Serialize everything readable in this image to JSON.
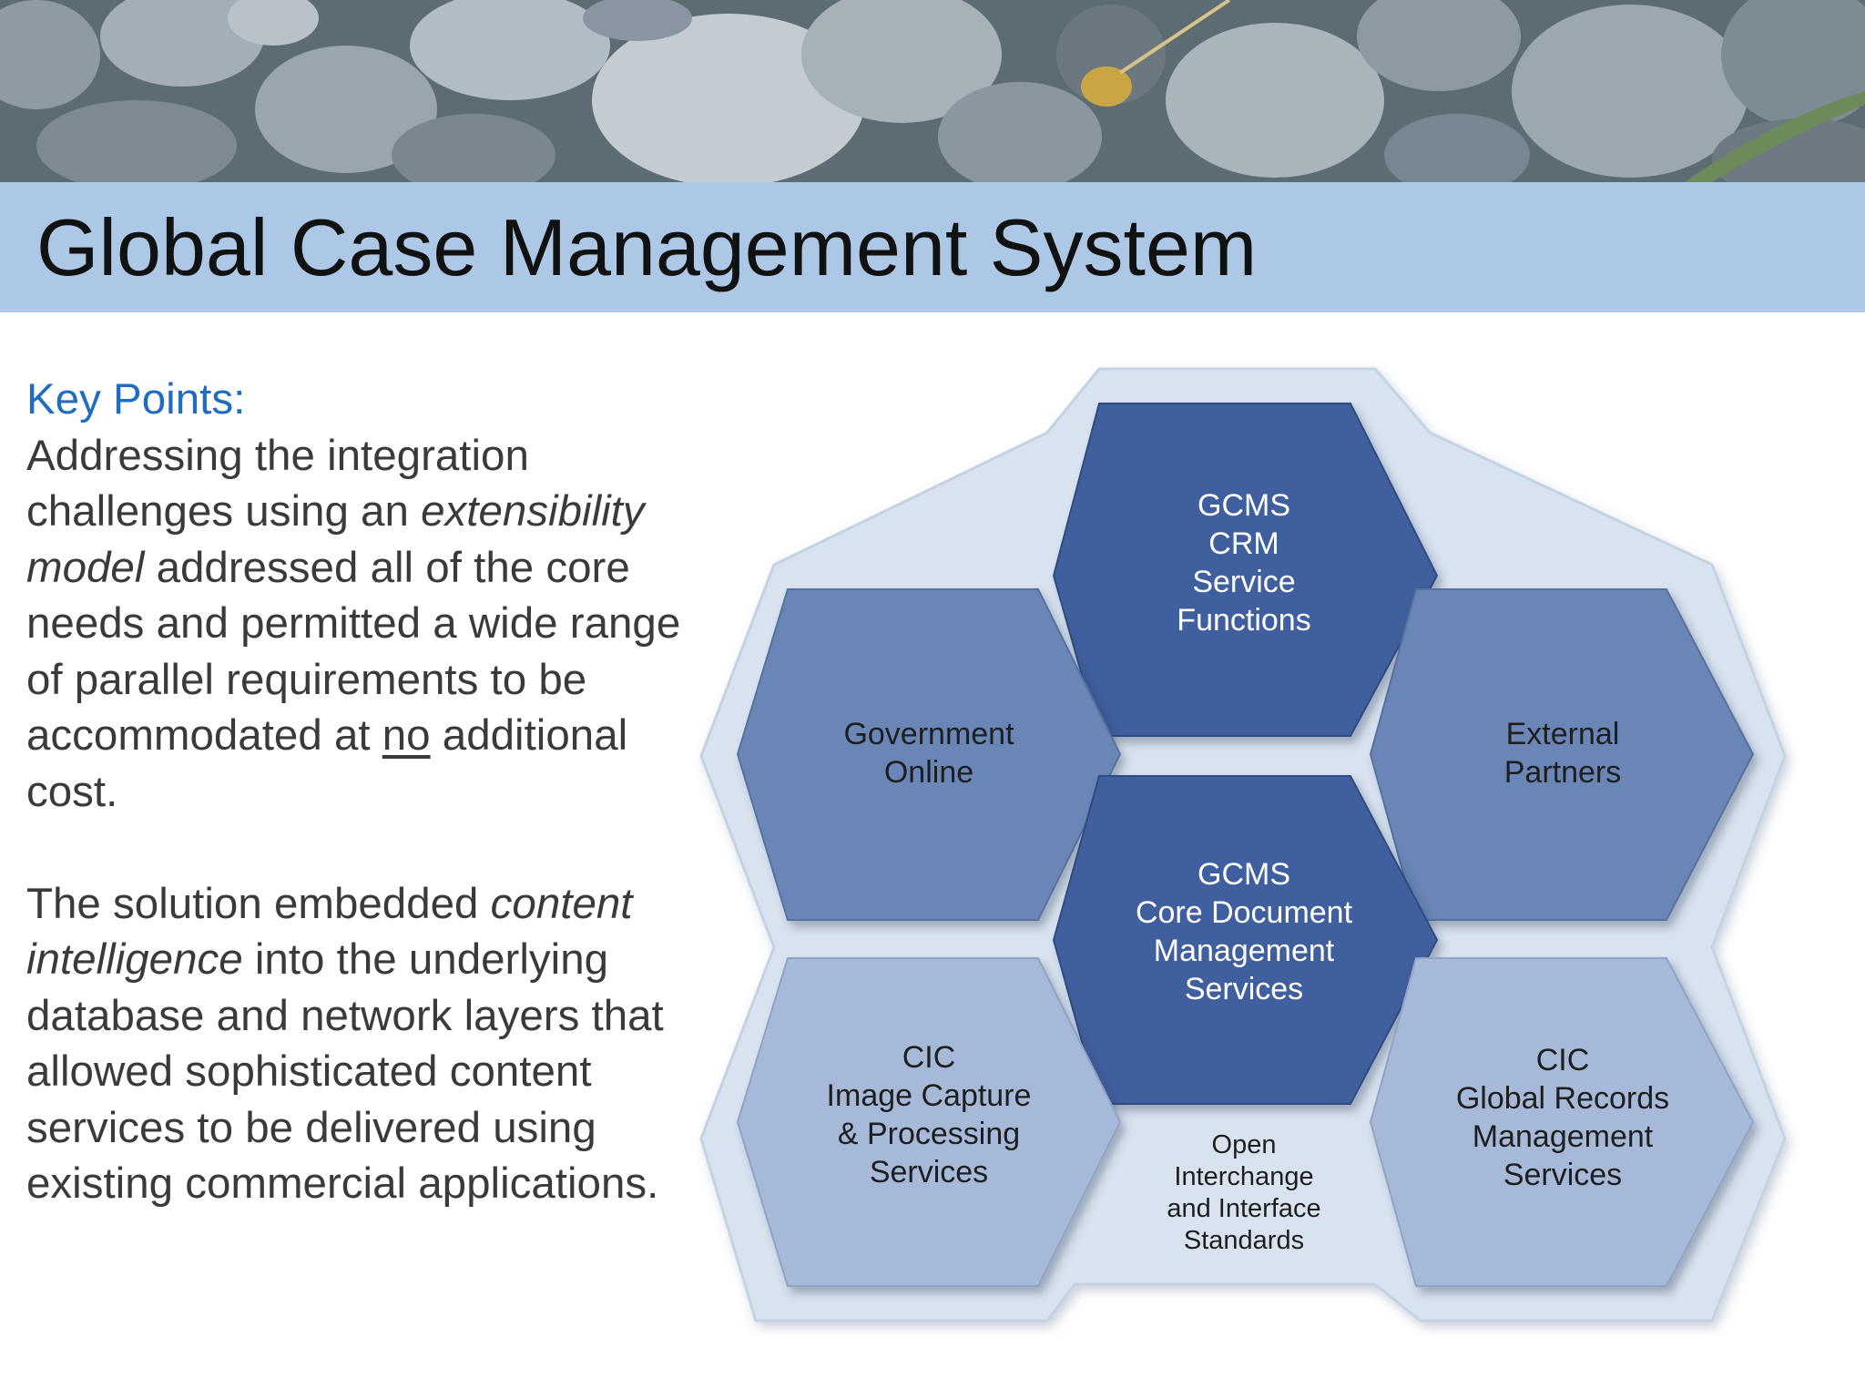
{
  "title": "Global Case Management System",
  "body": {
    "key_points_label": "Key Points:",
    "p1_lead": "Addressing the integration challenges using an ",
    "p1_em": "extensibility model",
    "p1_mid": " addressed all of the core needs and permitted a wide range of parallel requirements to be accommodated at ",
    "p1_under": "no",
    "p1_tail": " additional cost.",
    "p2_em": "content intelligence",
    "p2_lead": "The solution embedded ",
    "p2_tail": " into the underlying database and network layers that allowed sophisticated content services to be delivered using existing commercial applications."
  },
  "diagram": {
    "hexes": [
      {
        "id": "crm",
        "lines": [
          "GCMS",
          "CRM",
          "Service",
          "Functions"
        ]
      },
      {
        "id": "gov",
        "lines": [
          "Government",
          "Online"
        ]
      },
      {
        "id": "ext",
        "lines": [
          "External",
          "Partners"
        ]
      },
      {
        "id": "core",
        "lines": [
          "GCMS",
          "Core Document",
          "Management",
          "Services"
        ]
      },
      {
        "id": "cic-image",
        "lines": [
          "CIC",
          "Image Capture",
          "& Processing",
          "Services"
        ]
      },
      {
        "id": "cic-records",
        "lines": [
          "CIC",
          "Global Records",
          "Management",
          "Services"
        ]
      }
    ],
    "center_text": [
      "Open",
      "Interchange",
      "and Interface",
      "Standards"
    ],
    "colors": {
      "dark_hex": "#3f5f9e",
      "mid_hex": "#6a86b6",
      "light_hex": "#a6b9d8",
      "backdrop": "#d9e3f0",
      "title_bar": "#adc8e6",
      "key_points": "#1f6cc0"
    }
  }
}
